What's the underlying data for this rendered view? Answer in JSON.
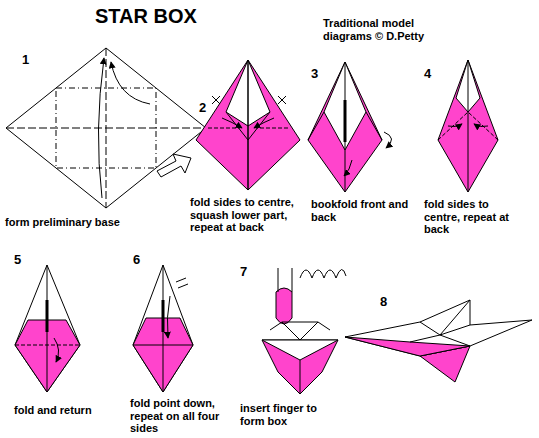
{
  "diagram": {
    "title": "STAR BOX",
    "labels": [
      "Traditional model diagrams © D.Petty",
      "1",
      "form preliminary base",
      "2",
      "fold sides to centre, squash lower part, repeat at back",
      "3",
      "bookfold front and back",
      "4",
      "fold sides to centre, repeat at back",
      "5",
      "fold and return",
      "6",
      "fold point down, repeat on all four sides",
      "7",
      "insert finger to form box",
      "8"
    ]
  }
}
